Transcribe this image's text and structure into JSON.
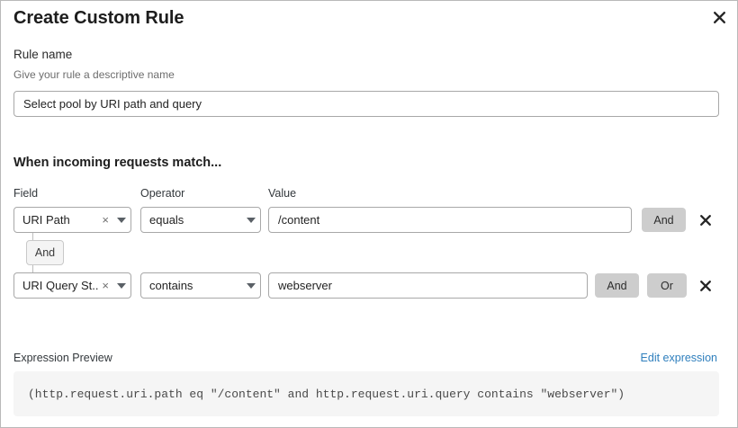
{
  "dialog": {
    "title": "Create Custom Rule",
    "close_icon": "close-icon"
  },
  "rule_name": {
    "label": "Rule name",
    "help": "Give your rule a descriptive name",
    "value": "Select pool by URI path and query",
    "placeholder": ""
  },
  "match_section": {
    "heading": "When incoming requests match...",
    "columns": {
      "field": "Field",
      "operator": "Operator",
      "value": "Value"
    },
    "connector": {
      "label": "And"
    },
    "rows": [
      {
        "field": "URI Path",
        "clear_icon": "×",
        "caret_icon": "chevron-down-icon",
        "operator": "equals",
        "value": "/content",
        "buttons": [
          "And"
        ],
        "delete_icon": "close-icon"
      },
      {
        "field": "URI Query St...",
        "clear_icon": "×",
        "caret_icon": "chevron-down-icon",
        "operator": "contains",
        "value": "webserver",
        "buttons": [
          "And",
          "Or"
        ],
        "delete_icon": "close-icon"
      }
    ]
  },
  "expression_preview": {
    "label": "Expression Preview",
    "edit_link": "Edit expression",
    "code": "(http.request.uri.path eq \"/content\" and http.request.uri.query contains \"webserver\")"
  },
  "colors": {
    "link": "#2f7fbd",
    "pill_bg": "#cdcdcd",
    "code_bg": "#f5f5f5",
    "border": "#a8a8a8"
  }
}
